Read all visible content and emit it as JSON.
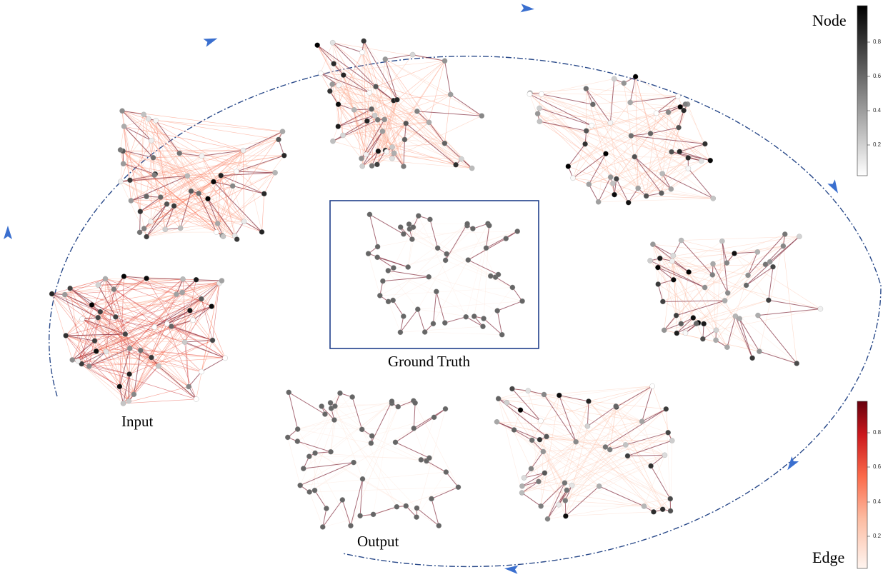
{
  "labels": {
    "input": "Input",
    "ground_truth": "Ground Truth",
    "output": "Output"
  },
  "colorbars": {
    "node": {
      "title": "Node",
      "ticks": [
        "0.8",
        "0.6",
        "0.4",
        "0.2"
      ],
      "colormap": "greys",
      "colors": [
        "#ffffff",
        "#000000"
      ]
    },
    "edge": {
      "title": "Edge",
      "ticks": [
        "0.8",
        "0.6",
        "0.4",
        "0.2"
      ],
      "colormap": "reds",
      "colors": [
        "#fff5f0",
        "#67000d"
      ]
    }
  },
  "colors": {
    "cycle_arrow": "#2a4a8a",
    "arrow_head": "#3a6fcf",
    "gt_frame": "#1f3f8a"
  },
  "panels": [
    {
      "id": "input",
      "edge_intensity": 0.85,
      "edge_density": 0.55,
      "node_darkness": 0.45,
      "seed": 11
    },
    {
      "id": "iter-1",
      "edge_intensity": 0.55,
      "edge_density": 0.4,
      "node_darkness": 0.45,
      "seed": 23
    },
    {
      "id": "iter-2",
      "edge_intensity": 0.45,
      "edge_density": 0.35,
      "node_darkness": 0.5,
      "seed": 37
    },
    {
      "id": "iter-3",
      "edge_intensity": 0.35,
      "edge_density": 0.3,
      "node_darkness": 0.5,
      "seed": 41
    },
    {
      "id": "iter-4",
      "edge_intensity": 0.3,
      "edge_density": 0.25,
      "node_darkness": 0.55,
      "seed": 53
    },
    {
      "id": "iter-5",
      "edge_intensity": 0.25,
      "edge_density": 0.22,
      "node_darkness": 0.5,
      "seed": 67
    },
    {
      "id": "output",
      "edge_intensity": 0.1,
      "edge_density": 0.15,
      "node_darkness": 0.6,
      "seed": 79
    },
    {
      "id": "ground-truth",
      "edge_intensity": 0.08,
      "edge_density": 0.12,
      "node_darkness": 0.6,
      "seed": 79
    }
  ]
}
